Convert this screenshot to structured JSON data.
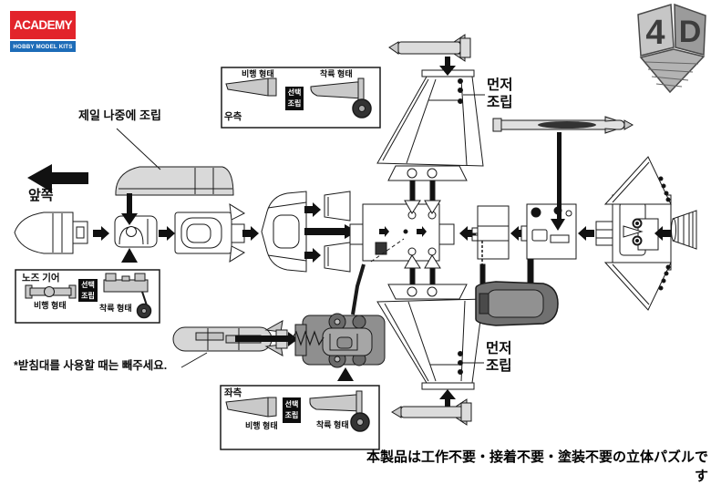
{
  "brand": {
    "name": "ACADEMY",
    "tagline": "HOBBY MODEL KITS"
  },
  "logo4d": {
    "four": "4",
    "dee": "D"
  },
  "annotations": {
    "assemble_last": "제일 나중에 조립",
    "front": "앞쪽",
    "assemble_first": "먼저\n조립",
    "stand_note": "*받침대를 사용할 때는 빼주세요."
  },
  "badge_optional": "선택\n조립",
  "boxes": {
    "right": {
      "title": "우측",
      "flight": "비행 형태",
      "landing": "착륙 형태"
    },
    "nose_gear": {
      "title": "노즈 기어",
      "flight": "비행 형태",
      "landing": "착륙 형태"
    },
    "left": {
      "title": "좌측",
      "flight": "비행 형태",
      "landing": "착륙 형태"
    }
  },
  "footer": "本製品は工作不要・接着不要・塗装不要の立体パズルです",
  "colors": {
    "brand_red": "#e2242b",
    "brand_blue": "#1d6cb8",
    "part_gray": "#c9c9c9",
    "dark_gray": "#8f8f8f"
  }
}
